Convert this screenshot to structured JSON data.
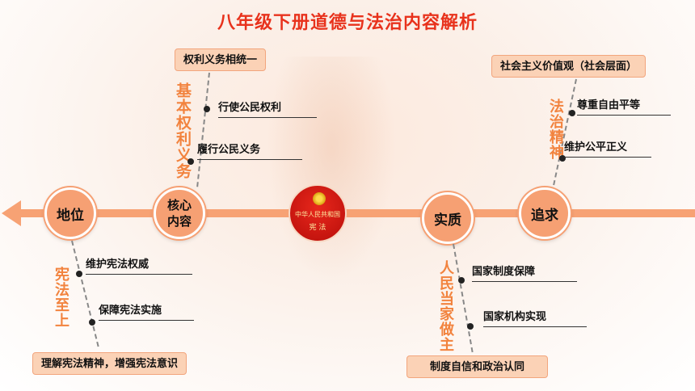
{
  "title": "八年级下册道德与法治内容解析",
  "timeline": {
    "nodes": {
      "status": "地位",
      "core_line1": "核心",
      "core_line2": "内容",
      "essence": "实质",
      "pursuit": "追求"
    },
    "emblem": {
      "line1": "中华人民共和国",
      "line2": "宪 法"
    }
  },
  "core": {
    "pill": "权利义务相统一",
    "vertical": "基本权利义务",
    "items": [
      "行使公民权利",
      "履行公民义务"
    ]
  },
  "pursuit": {
    "pill": "社会主义价值观（社会层面）",
    "vertical": "法治精神",
    "items": [
      "尊重自由平等",
      "维护公平正义"
    ]
  },
  "status": {
    "vertical": "宪法至上",
    "items": [
      "维护宪法权威",
      "保障宪法实施"
    ],
    "pill": "理解宪法精神，增强宪法意识"
  },
  "essence": {
    "vertical": "人民当家做主",
    "items": [
      "国家制度保障",
      "国家机构实现"
    ],
    "pill": "制度自信和政治认同"
  },
  "colors": {
    "title": "#e8321c",
    "accent": "#f6a073",
    "vertical_text": "#f2833e",
    "emblem": "#d41c14"
  }
}
